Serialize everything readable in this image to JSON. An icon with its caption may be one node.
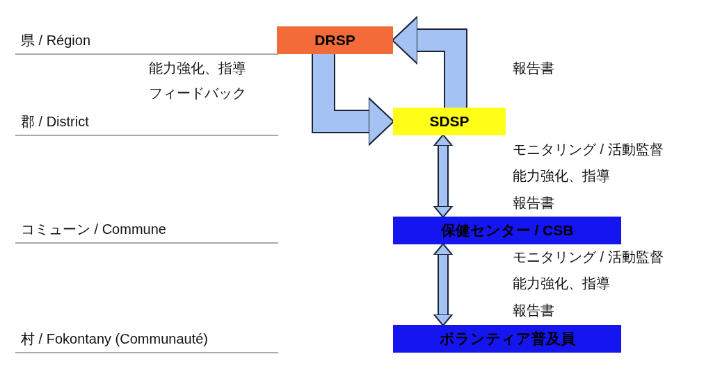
{
  "diagram": {
    "nodes": [
      {
        "text": [
          "DRSP"
        ]
      },
      {
        "text": [
          "SDSP"
        ]
      },
      {
        "text": [
          "保健センター / CSB"
        ]
      },
      {
        "text": [
          "ボランティア普及員"
        ]
      }
    ],
    "edges": [
      {
        "from": 0,
        "to": 1,
        "arrow": "to",
        "style": "thick"
      },
      {
        "from": 1,
        "to": 0,
        "arrow": "to",
        "style": "thick"
      },
      {
        "from": 1,
        "to": 2,
        "arrow": "both"
      },
      {
        "from": 2,
        "to": 3,
        "arrow": "both"
      }
    ],
    "labels": [
      "県 / Région",
      "能力強化、指導",
      "報告書",
      "フィードバック",
      "郡 / District",
      "モニタリング / 活動監督",
      "能力強化、指導",
      "報告書",
      "コミューン / Commune",
      "モニタリング / 活動監督",
      "能力強化、指導",
      "報告書",
      "村 / Fokontany (Communauté)"
    ]
  }
}
